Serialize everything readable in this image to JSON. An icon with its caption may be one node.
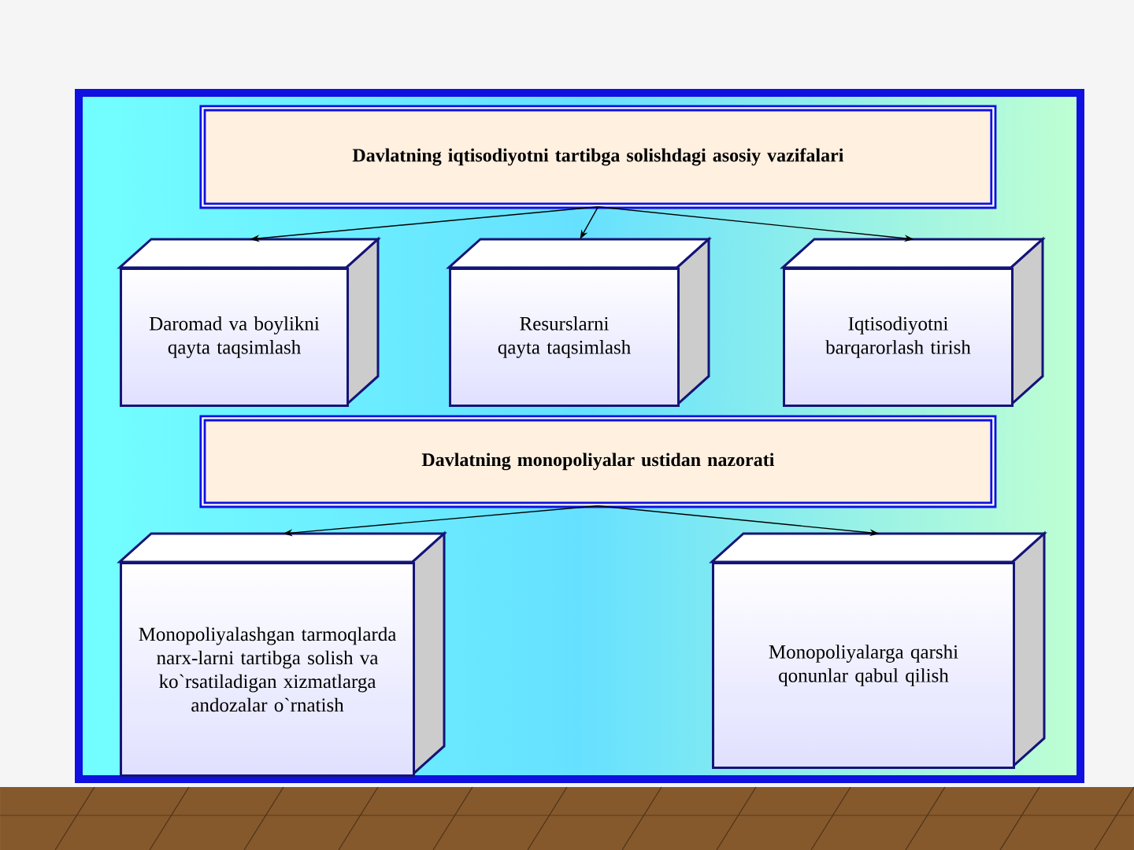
{
  "diagram": {
    "nodes": [
      {
        "text": [
          "Davlatning iqtisodiyotni tartibga solishdagi asosiy vazifalari"
        ]
      },
      {
        "text": [
          "Daromad va boylikni qayta taqsimlash"
        ]
      },
      {
        "text": [
          "Resurslarni qayta taqsimlash"
        ]
      },
      {
        "text": [
          "Iqtisodiyotni barqarorlash tirish"
        ]
      },
      {
        "text": [
          "Davlatning monopoliyalar ustidan nazorati"
        ]
      },
      {
        "text": [
          "Monopoliyalashgan tarmoqlarda narx-larni tartibga solish va ko`rsatiladigan xizmatlarga andozalar o`rnatish"
        ]
      },
      {
        "text": [
          "Monopoliyalarga qarshi qonunlar qabul qilish"
        ]
      }
    ],
    "edges": [
      {
        "from": 0,
        "to": 1,
        "arrow": "to"
      },
      {
        "from": 0,
        "to": 2,
        "arrow": "to"
      },
      {
        "from": 0,
        "to": 3,
        "arrow": "to"
      },
      {
        "from": 4,
        "to": 5,
        "arrow": "to"
      },
      {
        "from": 4,
        "to": 6,
        "arrow": "to"
      }
    ]
  }
}
